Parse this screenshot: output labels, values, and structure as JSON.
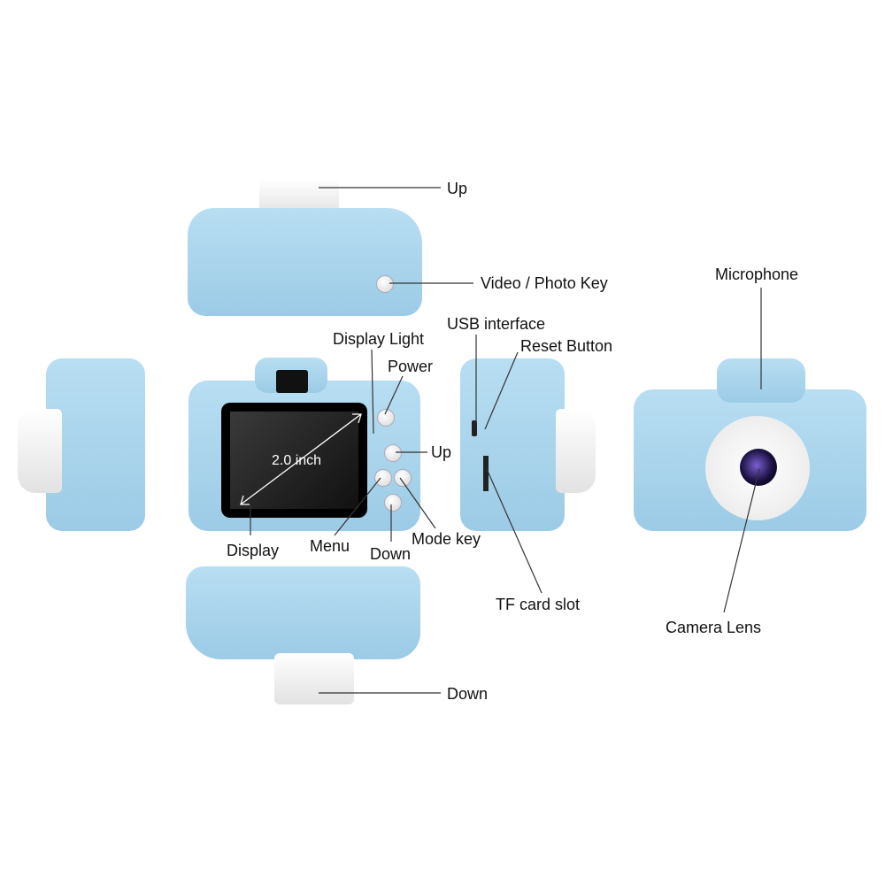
{
  "labels": {
    "top_up": "Up",
    "video_photo_key": "Video / Photo Key",
    "microphone": "Microphone",
    "usb_interface": "USB interface",
    "reset_button": "Reset Button",
    "display_light": "Display Light",
    "power": "Power",
    "front_up": "Up",
    "screen_size": "2.0 inch",
    "display": "Display",
    "menu": "Menu",
    "front_down": "Down",
    "mode_key": "Mode key",
    "tf_card_slot": "TF card slot",
    "camera_lens": "Camera Lens",
    "bottom_down": "Down"
  },
  "colors": {
    "camera_body": "#a8d4ec",
    "lens_ring": "#f2f2f2",
    "screen": "#111111"
  }
}
